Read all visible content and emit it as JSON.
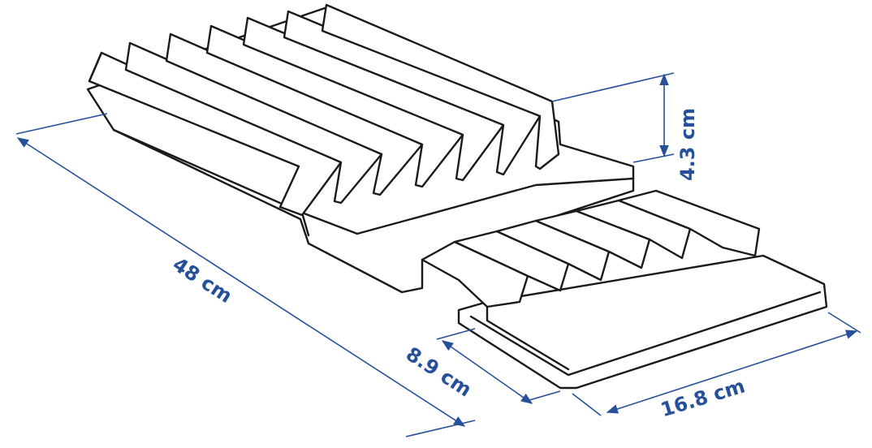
{
  "dimensions": {
    "length": "48 cm",
    "height": "4.3 cm",
    "small_depth": "8.9 cm",
    "width": "16.8 cm"
  },
  "colors": {
    "outline": "#1a1a1a",
    "dimension": "#27509b",
    "background": "#ffffff"
  }
}
